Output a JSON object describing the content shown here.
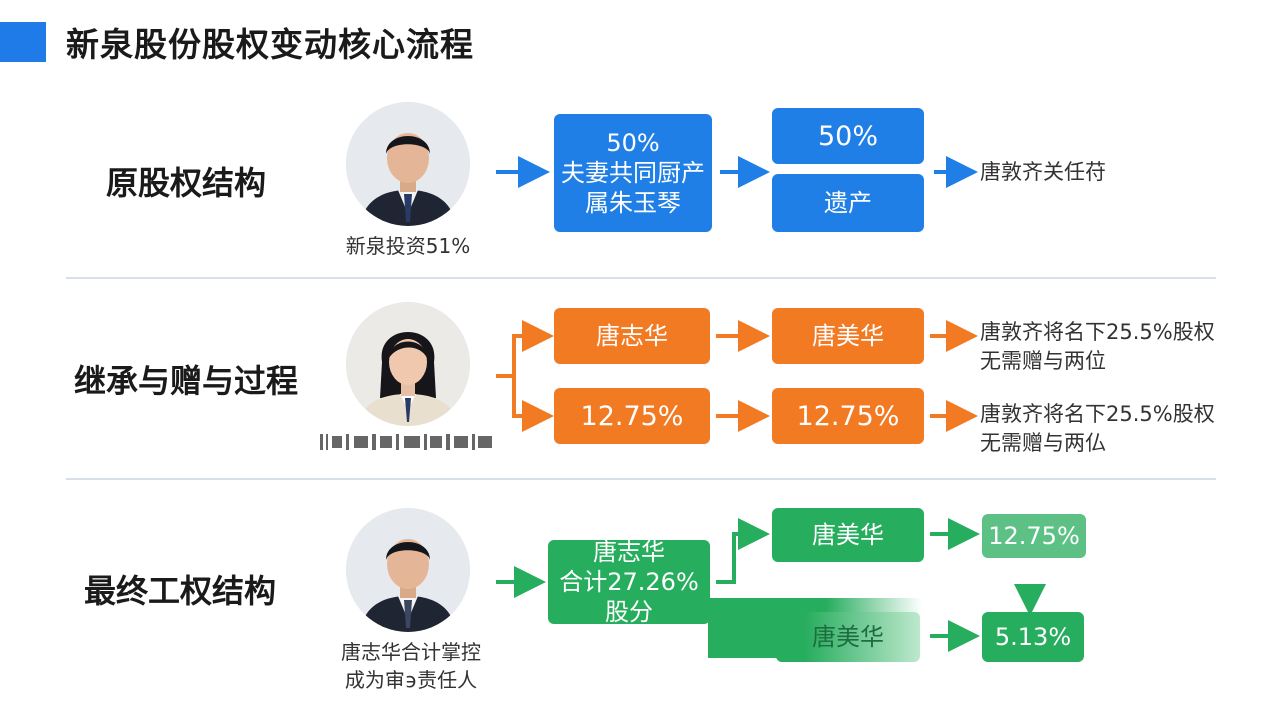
{
  "title": "新泉股份股权变动核心流程",
  "rows": {
    "row1": {
      "label": "原股权结构",
      "caption": "新泉投资51%",
      "box_main": [
        "50%",
        "夫妻共同厨产",
        "属朱玉琴"
      ],
      "box_top": "50%",
      "box_bottom": "遗产",
      "note": "唐敦齐关任苻"
    },
    "row2": {
      "label": "继承与赠与过程",
      "caption": "",
      "top_left": "唐志华",
      "top_right": "唐美华",
      "bottom_left": "12.75%",
      "bottom_right": "12.75%",
      "note_top": [
        "唐敦齐将名下25.5%股权",
        "无需赠与两位"
      ],
      "note_bottom": [
        "唐敦齐将名下25.5%股权",
        "无需赠与两仏"
      ]
    },
    "row3": {
      "label": "最终工权结构",
      "caption": [
        "唐志华合计掌控",
        "成为审϶责任人"
      ],
      "box_main": [
        "唐志华",
        "合计27.26%股分"
      ],
      "box_top": "唐美华",
      "box_top_value": "12.75%",
      "box_bottom": "唐美华",
      "box_bottom_value": "5.13%"
    }
  },
  "colors": {
    "blue": "#1f7fe6",
    "orange": "#f27a23",
    "green": "#27ad5e",
    "accent": "#1e7be8"
  }
}
